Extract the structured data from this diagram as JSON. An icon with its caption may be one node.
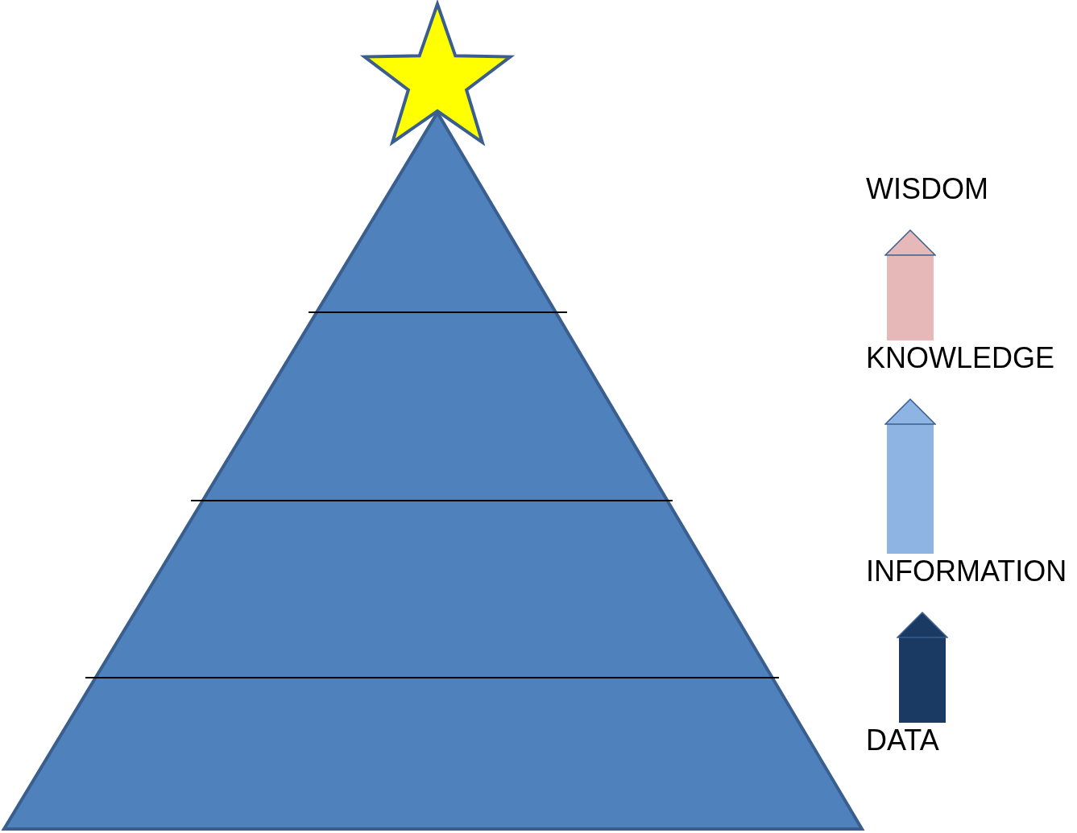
{
  "diagram": {
    "nodes": [
      {
        "text": [
          "WISDOM"
        ]
      },
      {
        "text": [
          "KNOWLEDGE"
        ]
      },
      {
        "text": [
          "INFORMATION"
        ]
      },
      {
        "text": [
          "DATA"
        ]
      }
    ],
    "edges": [
      {
        "from": 3,
        "to": 2,
        "arrow": "to",
        "color": "#1b3a63"
      },
      {
        "from": 2,
        "to": 1,
        "arrow": "to",
        "color": "#8eb4e3"
      },
      {
        "from": 1,
        "to": 0,
        "arrow": "to",
        "color": "#e6b9b8"
      }
    ]
  }
}
